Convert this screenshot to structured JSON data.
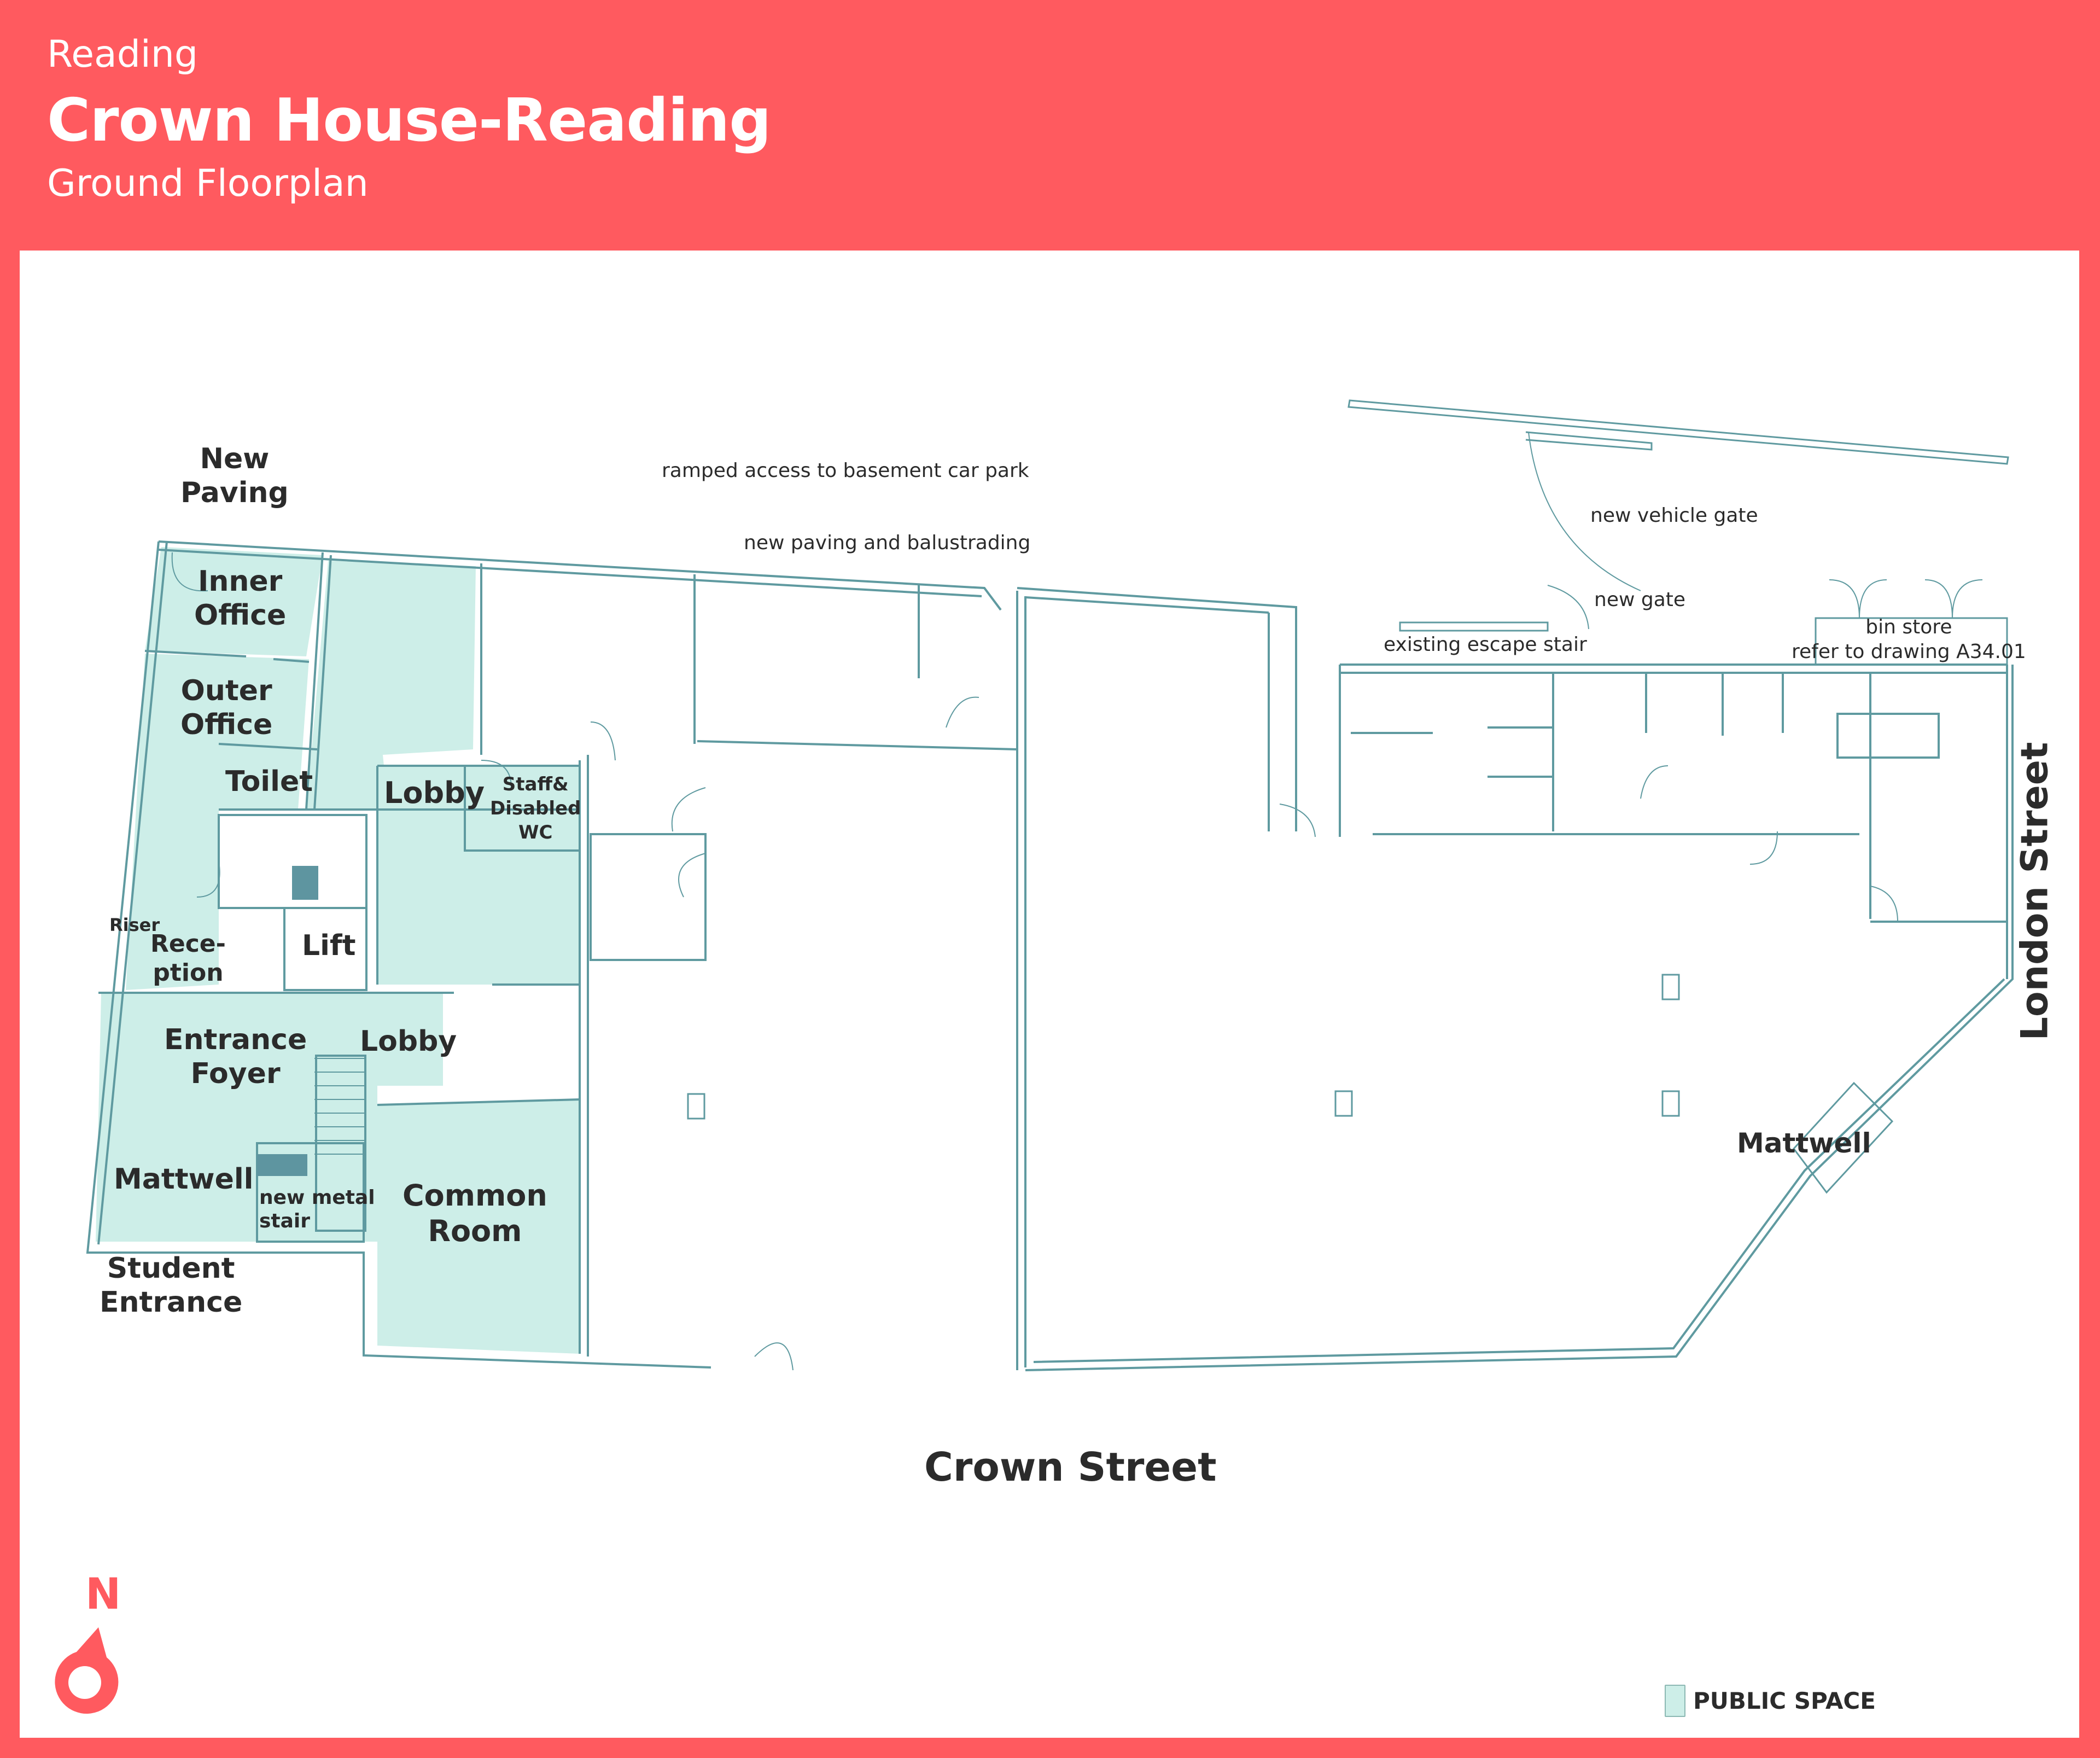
{
  "header": {
    "city": "Reading",
    "title": "Crown House-Reading",
    "subtitle": "Ground Floorplan"
  },
  "colors": {
    "brand": "#ff5a5f",
    "public_space_fill": "#cdeee8",
    "wall_stroke": "#5f9aa0",
    "stair_fill": "#5e95a0",
    "text": "#2b2b2b"
  },
  "rooms": {
    "inner_office": "Inner\nOffice",
    "outer_office": "Outer\nOffice",
    "toilet": "Toilet",
    "lobby_upper": "Lobby",
    "staff_wc": "Staff&\nDisabled\nWC",
    "riser": "Riser",
    "reception": "Rece-\nption",
    "lift": "Lift",
    "entrance_foyer": "Entrance\nFoyer",
    "lobby_lower": "Lobby",
    "mattwell_left": "Mattwell",
    "new_metal_stair": "new metal\nstair",
    "common_room": "Common\nRoom",
    "mattwell_right": "Mattwell"
  },
  "annotations": {
    "new_paving": "New\nPaving",
    "student_entrance": "Student\nEntrance",
    "ramped_access": "ramped access to basement car park",
    "new_paving_balustrading": "new paving and balustrading",
    "new_vehicle_gate": "new vehicle gate",
    "new_gate": "new gate",
    "existing_escape_stair": "existing escape stair",
    "bin_store": "bin store\nrefer to drawing A34.01"
  },
  "streets": {
    "south": "Crown Street",
    "east": "London Street"
  },
  "compass": {
    "label": "N"
  },
  "legend": [
    {
      "label": "PUBLIC SPACE",
      "color": "#cdeee8"
    }
  ]
}
